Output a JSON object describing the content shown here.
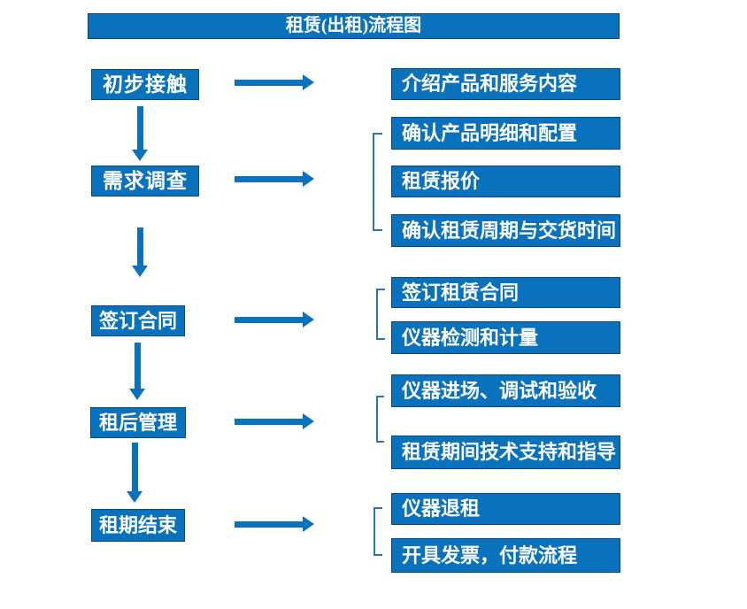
{
  "title": "租赁(出租)流程图",
  "colors": {
    "primary": "#0a71bd",
    "bracket": "#2e75b6"
  },
  "flow": {
    "stages": [
      {
        "label": "初步接触",
        "outputs": [
          "介绍产品和服务内容"
        ]
      },
      {
        "label": "需求调查",
        "outputs": [
          "确认产品明细和配置",
          "租赁报价",
          "确认租赁周期与交货时间"
        ]
      },
      {
        "label": "签订合同",
        "outputs": [
          "签订租赁合同",
          "仪器检测和计量"
        ]
      },
      {
        "label": "租后管理",
        "outputs": [
          "仪器进场、调试和验收",
          "租赁期间技术支持和指导"
        ]
      },
      {
        "label": "租期结束",
        "outputs": [
          "仪器退租",
          "开具发票，付款流程"
        ]
      }
    ]
  }
}
